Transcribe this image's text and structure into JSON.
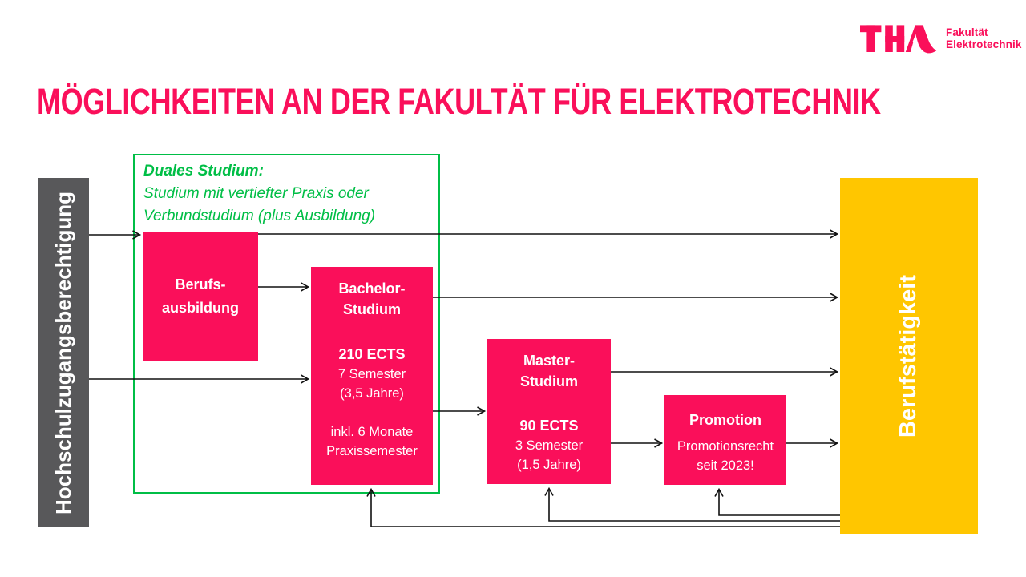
{
  "logo": {
    "mark": "THA",
    "faculty_line1": "Fakultät",
    "faculty_line2": "Elektrotechnik"
  },
  "title": "MÖGLICHKEITEN AN DER FAKULTÄT FÜR ELEKTROTECHNIK",
  "left_bar": {
    "label": "Hochschulzugangsberechtigung"
  },
  "right_bar": {
    "label": "Berufstätigkeit"
  },
  "dual_note": {
    "heading": "Duales Studium:",
    "line1": "Studium mit vertiefter Praxis oder",
    "line2": "Verbundstudium (plus Ausbildung)"
  },
  "boxes": {
    "berufsausbildung": {
      "line1": "Berufs-",
      "line2": "ausbildung"
    },
    "bachelor": {
      "title_line1": "Bachelor-",
      "title_line2": "Studium",
      "ects": "210 ECTS",
      "duration": "7 Semester",
      "years": "(3,5 Jahre)",
      "note_line1": "inkl. 6 Monate",
      "note_line2": "Praxissemester"
    },
    "master": {
      "title_line1": "Master-",
      "title_line2": "Studium",
      "ects": "90 ECTS",
      "duration": "3 Semester",
      "years": "(1,5 Jahre)"
    },
    "promotion": {
      "title": "Promotion",
      "note_line1": "Promotionsrecht",
      "note_line2": "seit 2023!"
    }
  },
  "colors": {
    "pink": "#FA0F5A",
    "green": "#00BE46",
    "gray": "#58585A",
    "yellow": "#FFC600",
    "arrow": "#111111"
  }
}
